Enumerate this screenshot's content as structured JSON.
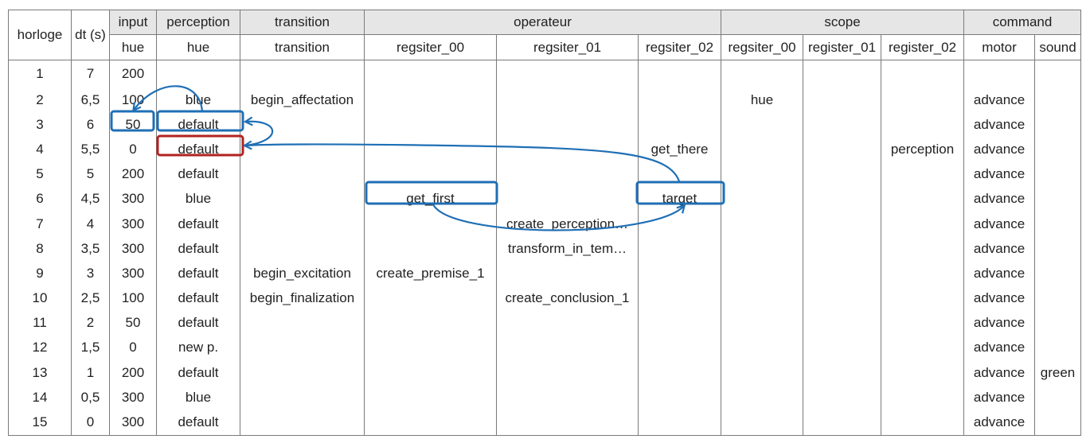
{
  "headers": {
    "group": [
      "horloge",
      "dt (s)",
      "input",
      "perception",
      "transition",
      "operateur",
      "scope",
      "command"
    ],
    "sub": [
      "hue",
      "hue",
      "transition",
      "regsiter_00",
      "regsiter_01",
      "regsiter_02",
      "regsiter_00",
      "register_01",
      "register_02",
      "motor",
      "sound"
    ]
  },
  "rows": [
    {
      "horloge": "1",
      "dt": "7",
      "input": "200",
      "perception": "",
      "transition": "",
      "op00": "",
      "op01": "",
      "op02": "",
      "sc00": "",
      "sc01": "",
      "sc02": "",
      "motor": "",
      "sound": ""
    },
    {
      "horloge": "2",
      "dt": "6,5",
      "input": "100",
      "perception": "blue",
      "transition": "begin_affectation",
      "op00": "",
      "op01": "",
      "op02": "",
      "sc00": "hue",
      "sc01": "",
      "sc02": "",
      "motor": "advance",
      "sound": ""
    },
    {
      "horloge": "3",
      "dt": "6",
      "input": "50",
      "perception": "default",
      "transition": "",
      "op00": "",
      "op01": "",
      "op02": "",
      "sc00": "",
      "sc01": "",
      "sc02": "",
      "motor": "advance",
      "sound": ""
    },
    {
      "horloge": "4",
      "dt": "5,5",
      "input": "0",
      "perception": "default",
      "transition": "",
      "op00": "",
      "op01": "",
      "op02": "get_there",
      "sc00": "",
      "sc01": "",
      "sc02": "perception",
      "motor": "advance",
      "sound": ""
    },
    {
      "horloge": "5",
      "dt": "5",
      "input": "200",
      "perception": "default",
      "transition": "",
      "op00": "",
      "op01": "",
      "op02": "",
      "sc00": "",
      "sc01": "",
      "sc02": "",
      "motor": "advance",
      "sound": ""
    },
    {
      "horloge": "6",
      "dt": "4,5",
      "input": "300",
      "perception": "blue",
      "transition": "",
      "op00": "get_first",
      "op01": "",
      "op02": "target",
      "sc00": "",
      "sc01": "",
      "sc02": "",
      "motor": "advance",
      "sound": ""
    },
    {
      "horloge": "7",
      "dt": "4",
      "input": "300",
      "perception": "default",
      "transition": "",
      "op00": "",
      "op01": "create_perception…",
      "op02": "",
      "sc00": "",
      "sc01": "",
      "sc02": "",
      "motor": "advance",
      "sound": ""
    },
    {
      "horloge": "8",
      "dt": "3,5",
      "input": "300",
      "perception": "default",
      "transition": "",
      "op00": "",
      "op01": "transform_in_tem…",
      "op02": "",
      "sc00": "",
      "sc01": "",
      "sc02": "",
      "motor": "advance",
      "sound": ""
    },
    {
      "horloge": "9",
      "dt": "3",
      "input": "300",
      "perception": "default",
      "transition": "begin_excitation",
      "op00": "create_premise_1",
      "op01": "",
      "op02": "",
      "sc00": "",
      "sc01": "",
      "sc02": "",
      "motor": "advance",
      "sound": ""
    },
    {
      "horloge": "10",
      "dt": "2,5",
      "input": "100",
      "perception": "default",
      "transition": "begin_finalization",
      "op00": "",
      "op01": "create_conclusion_1",
      "op02": "",
      "sc00": "",
      "sc01": "",
      "sc02": "",
      "motor": "advance",
      "sound": ""
    },
    {
      "horloge": "11",
      "dt": "2",
      "input": "50",
      "perception": "default",
      "transition": "",
      "op00": "",
      "op01": "",
      "op02": "",
      "sc00": "",
      "sc01": "",
      "sc02": "",
      "motor": "advance",
      "sound": ""
    },
    {
      "horloge": "12",
      "dt": "1,5",
      "input": "0",
      "perception": "new p.",
      "transition": "",
      "op00": "",
      "op01": "",
      "op02": "",
      "sc00": "",
      "sc01": "",
      "sc02": "",
      "motor": "advance",
      "sound": ""
    },
    {
      "horloge": "13",
      "dt": "1",
      "input": "200",
      "perception": "default",
      "transition": "",
      "op00": "",
      "op01": "",
      "op02": "",
      "sc00": "",
      "sc01": "",
      "sc02": "",
      "motor": "advance",
      "sound": "green"
    },
    {
      "horloge": "14",
      "dt": "0,5",
      "input": "300",
      "perception": "blue",
      "transition": "",
      "op00": "",
      "op01": "",
      "op02": "",
      "sc00": "",
      "sc01": "",
      "sc02": "",
      "motor": "advance",
      "sound": ""
    },
    {
      "horloge": "15",
      "dt": "0",
      "input": "300",
      "perception": "default",
      "transition": "",
      "op00": "",
      "op01": "",
      "op02": "",
      "sc00": "",
      "sc01": "",
      "sc02": "",
      "motor": "advance",
      "sound": ""
    }
  ],
  "colors": {
    "highlight_blue": "#1f6fb5",
    "highlight_red": "#b22222",
    "grid_line": "#7a7a7a",
    "header_fill": "#e6e6e6"
  }
}
